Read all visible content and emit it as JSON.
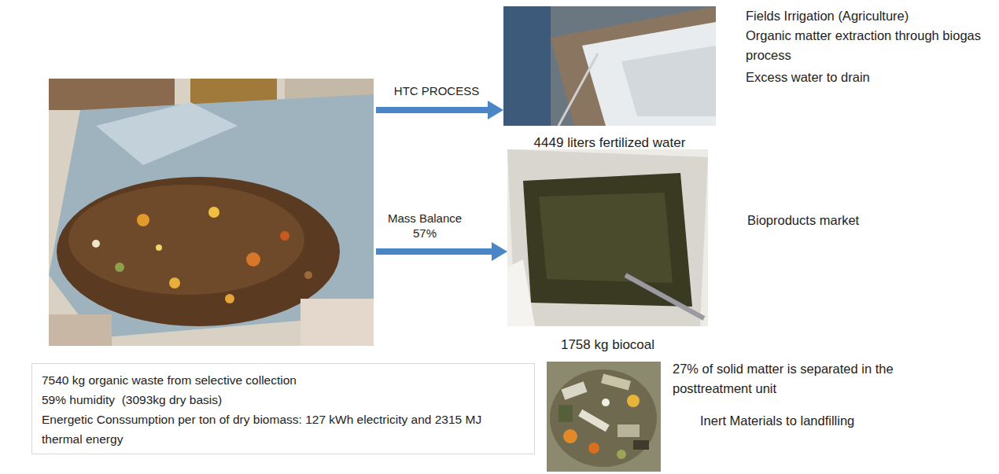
{
  "diagram": {
    "nodes": [
      {
        "text": [
          "7540 kg organic waste from selective collection",
          "59% humidity  (3093kg dry basis)",
          "Energetic Conssumption per ton of dry biomass: 127 kWh electricity and 2315 MJ thermal energy"
        ]
      },
      {
        "text": [
          "4449 liters fertilized water"
        ]
      },
      {
        "text": [
          "1758 kg biocoal"
        ]
      }
    ],
    "edges": [
      {
        "from": 0,
        "to": 1,
        "label": "HTC PROCESS",
        "arrow": "to"
      },
      {
        "from": 0,
        "to": 2,
        "label": "Mass Balance 57%",
        "arrow": "to"
      }
    ],
    "labels": [
      "Fields Irrigation (Agriculture)",
      "Organic matter extraction through biogas process",
      "Excess water to drain",
      "Bioproducts market",
      "27% of solid matter is separated in the posttreatment unit",
      "Inert Materials to landfilling"
    ]
  }
}
